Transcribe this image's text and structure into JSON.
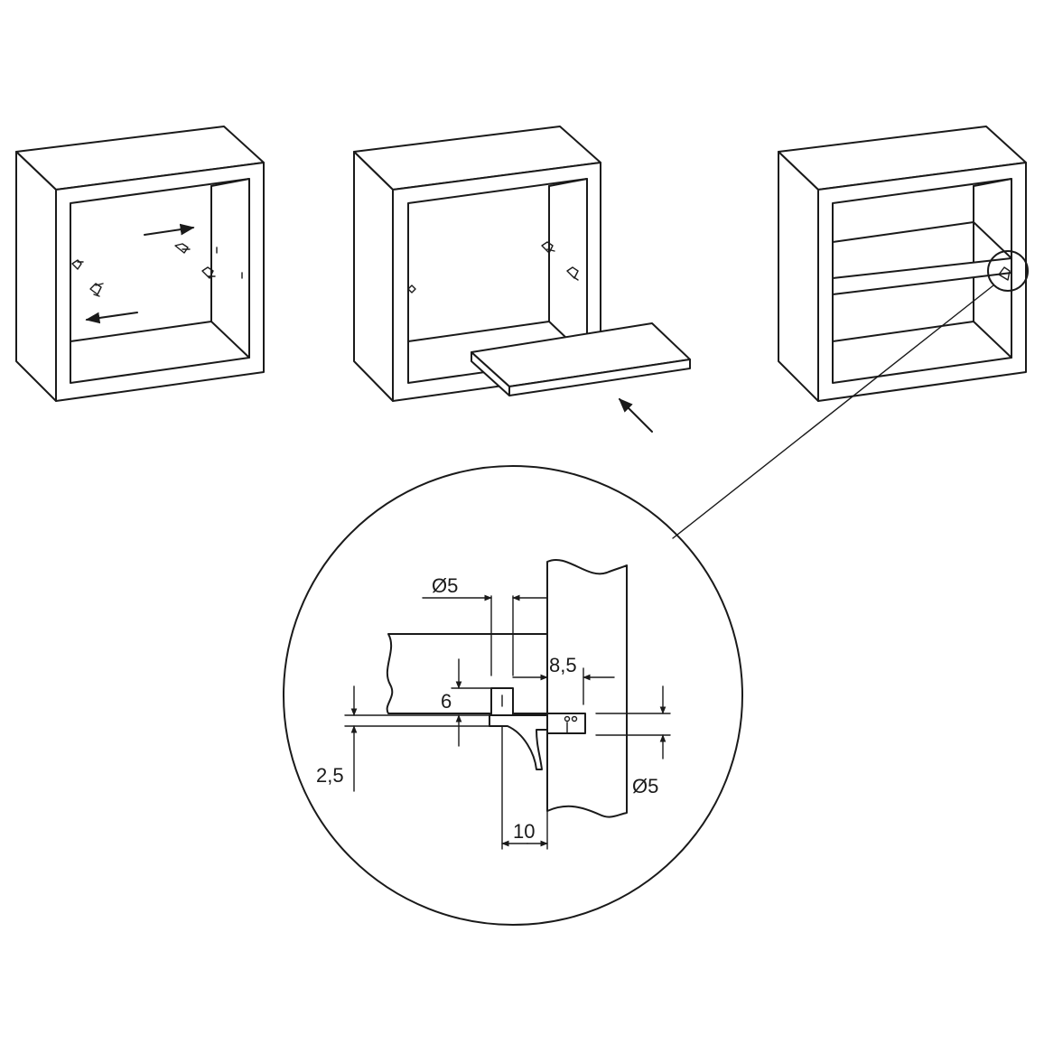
{
  "detail": {
    "dimensions": {
      "shelf_pin_hole_diameter": "Ø5",
      "pin_offset": "8,5",
      "pin_height": "6",
      "shelf_thickness_offset": "2,5",
      "side_hole_diameter": "Ø5",
      "hole_distance": "10"
    }
  },
  "colors": {
    "line": "#1a1a1a",
    "background": "#ffffff"
  }
}
